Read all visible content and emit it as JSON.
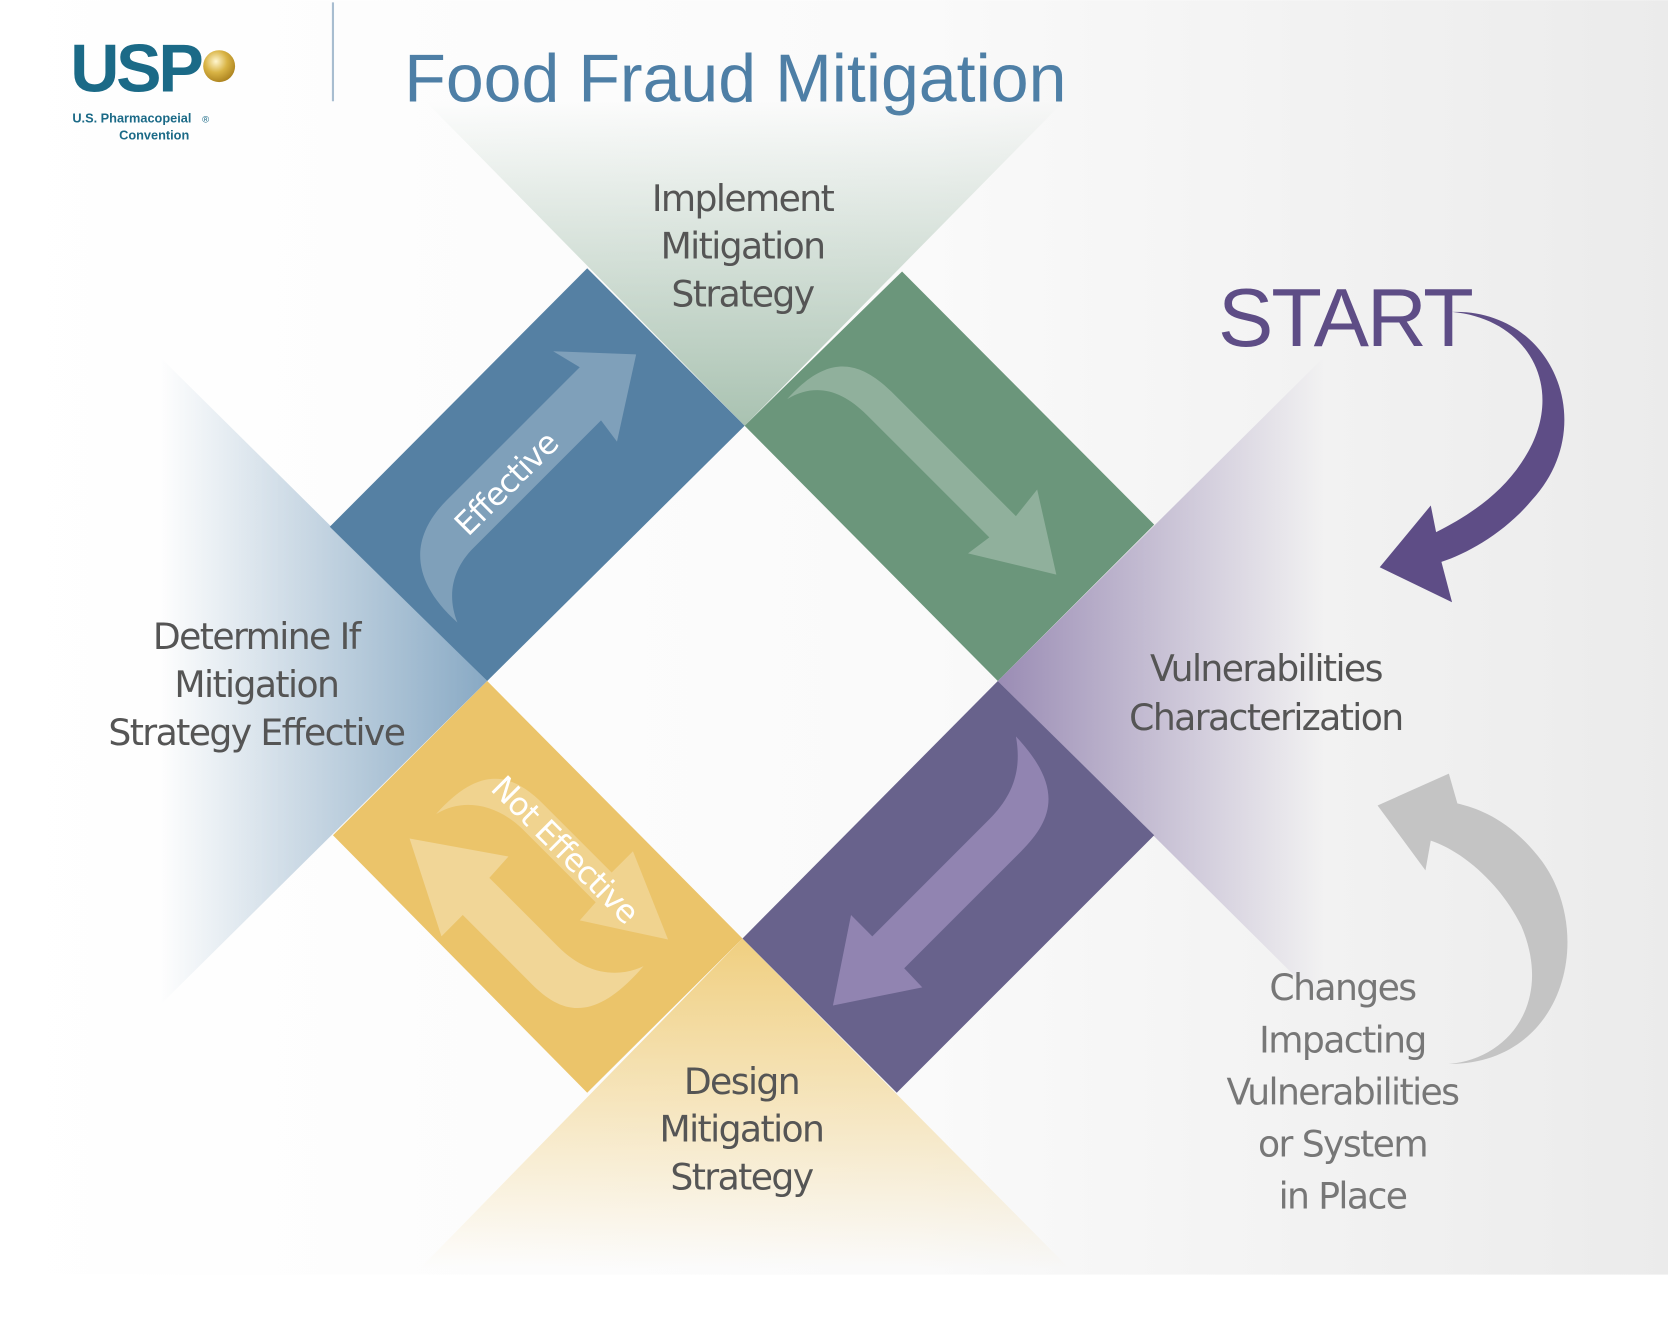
{
  "logo": {
    "brand": "USP",
    "name_line1": "U.S. Pharmacopeial",
    "name_line2": "Convention",
    "registered": "®"
  },
  "title": "Food Fraud Mitigation",
  "start_label": "START",
  "steps": {
    "implement": [
      "Implement",
      "Mitigation",
      "Strategy"
    ],
    "vulnerabilities": [
      "Vulnerabilities",
      "Characterization"
    ],
    "design": [
      "Design",
      "Mitigation",
      "Strategy"
    ],
    "determine": [
      "Determine If",
      "Mitigation",
      "Strategy Effective"
    ]
  },
  "arrow_labels": {
    "effective": "Effective",
    "not_effective": "Not Effective"
  },
  "changes": [
    "Changes",
    "Impacting",
    "Vulnerabilities",
    "or System",
    "in Place"
  ],
  "colors": {
    "blue": "#5580a3",
    "green": "#6b967b",
    "purple": "#68628c",
    "yellow": "#ebc46a",
    "start": "#5e4d86",
    "title": "#4e7fa6",
    "logo": "#1b6a87"
  }
}
